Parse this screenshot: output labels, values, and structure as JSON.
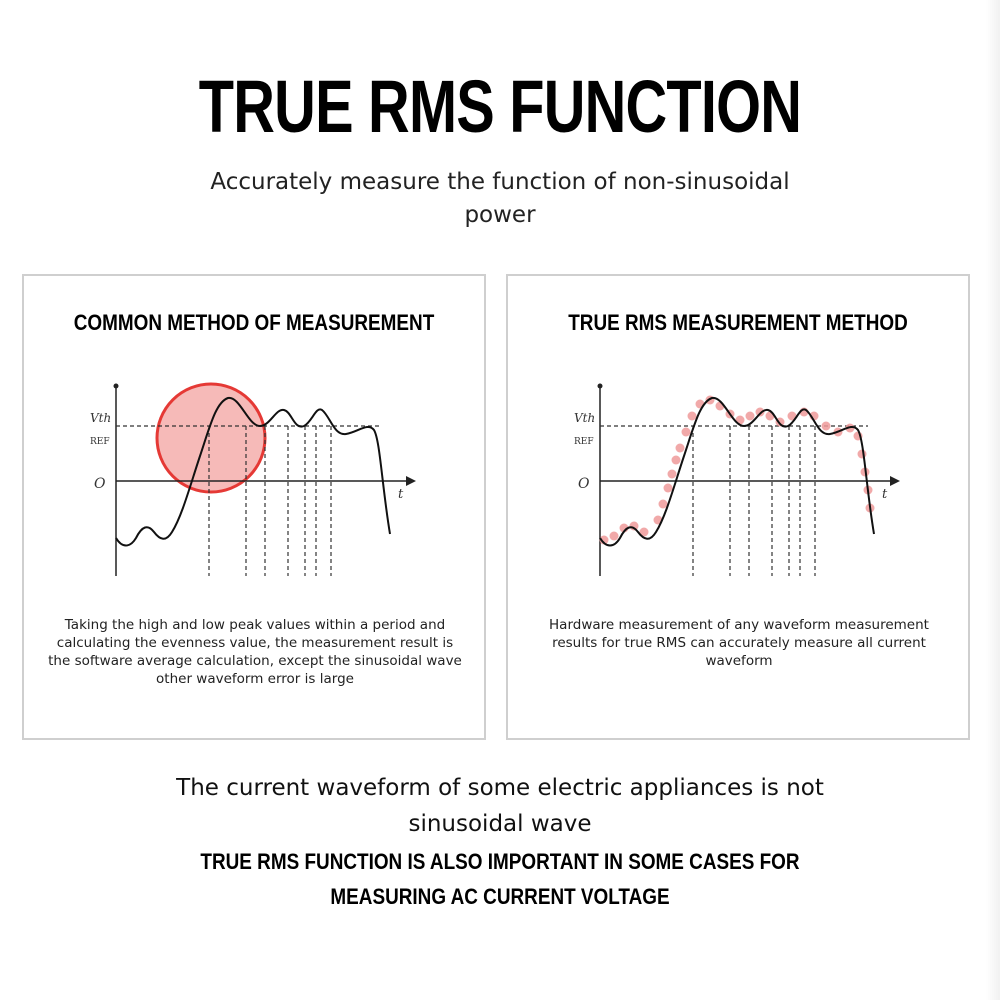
{
  "header": {
    "title": "TRUE RMS FUNCTION",
    "subtitle": "Accurately measure the function of non-sinusoidal power"
  },
  "panels": [
    {
      "heading": "COMMON METHOD OF MEASUREMENT",
      "description": "Taking the high and low peak values within a period and calculating the evenness value, the measurement result is the software average calculation, except the sinusoidal wave other waveform error is large",
      "graph_labels": {
        "vth": "Vth",
        "ref": "REF",
        "origin": "O",
        "t_axis": "t"
      },
      "highlight_color": "#e53935"
    },
    {
      "heading": "TRUE RMS MEASUREMENT METHOD",
      "description": "Hardware measurement of any waveform measurement results for true RMS can accurately measure all current waveform",
      "graph_labels": {
        "vth": "Vth",
        "ref": "REF",
        "origin": "O",
        "t_axis": "t"
      },
      "highlight_color": "#ef9a9a"
    }
  ],
  "footer": {
    "line1": "The current waveform of some electric appliances is not sinusoidal wave",
    "line2": "TRUE RMS FUNCTION IS ALSO IMPORTANT IN SOME CASES FOR MEASURING AC CURRENT VOLTAGE"
  }
}
